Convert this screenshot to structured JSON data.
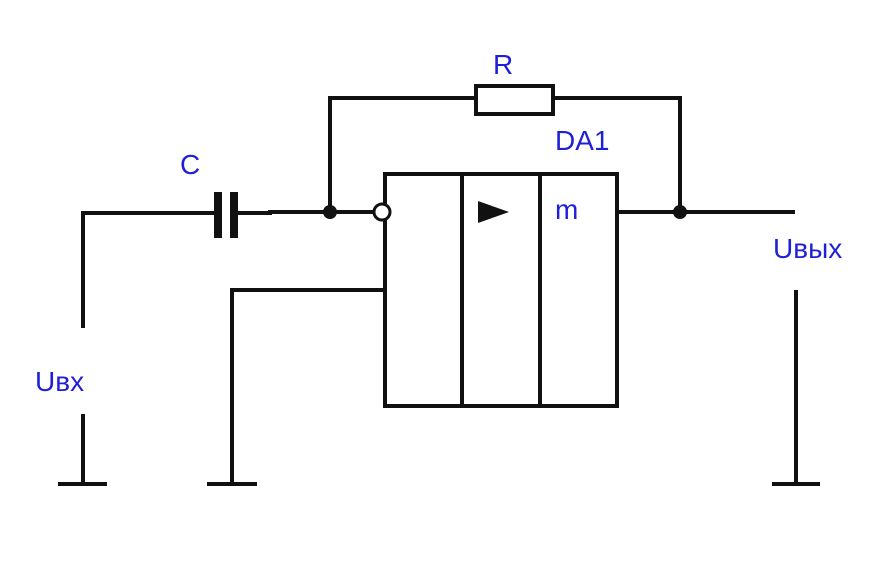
{
  "components": {
    "resistor": {
      "label": "R"
    },
    "capacitor": {
      "label": "C"
    },
    "opamp": {
      "label": "DA1",
      "gain_symbol": "m",
      "symbol": "amplifier-triangle-icon"
    }
  },
  "terminals": {
    "input": {
      "label": "Uвх"
    },
    "output": {
      "label": "Uвых"
    }
  },
  "colors": {
    "wire": "#111111",
    "label": "#1f1fd6",
    "background": "#ffffff"
  }
}
